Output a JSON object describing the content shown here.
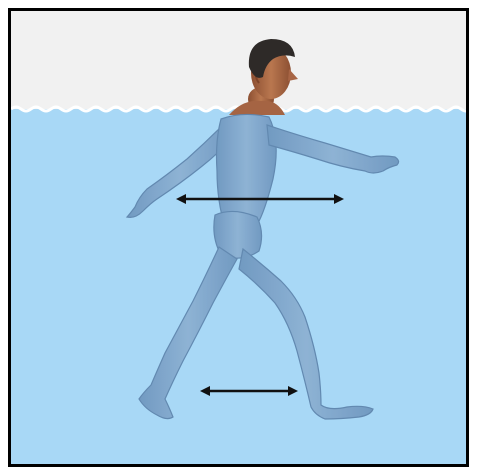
{
  "figure": {
    "subject": "person-walking-in-water",
    "colors": {
      "air": "#f1f1f1",
      "water": "#a8d8f6",
      "water_line": "#ffffff",
      "body_submerged": "#7ea4c8",
      "skin": "#a56443",
      "hair": "#2e2a28",
      "arrow": "#111111",
      "border": "#000000"
    },
    "arrows": [
      {
        "name": "upper-body-drag-arrow",
        "direction": "bidirectional-horizontal"
      },
      {
        "name": "lower-body-drag-arrow",
        "direction": "bidirectional-horizontal"
      }
    ]
  }
}
